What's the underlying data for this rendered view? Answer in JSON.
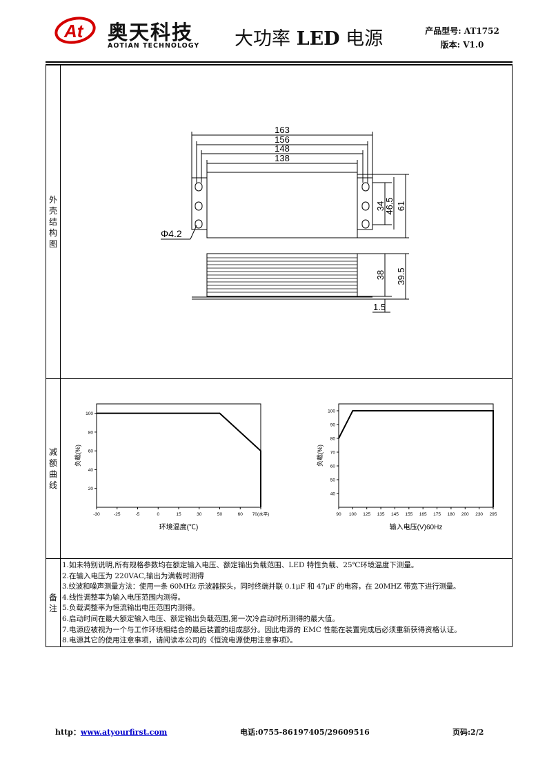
{
  "header": {
    "logo_mark": "At",
    "brand_cn": "奥天科技",
    "brand_en": "AOTIAN TECHNOLOGY",
    "title_cn_1": "大功率",
    "title_bold": "LED",
    "title_cn_2": "电源",
    "model_line": "产品型号: AT1752",
    "version_line": "版本: V1.0"
  },
  "sections": {
    "structure_label": [
      "外",
      "壳",
      "结",
      "构",
      "图"
    ],
    "derating_label": [
      "减",
      "额",
      "曲",
      "线"
    ],
    "notes_label": [
      "备",
      "注"
    ]
  },
  "drawing": {
    "dims_top": [
      "163",
      "156",
      "148",
      "138"
    ],
    "dims_right": [
      "34",
      "46.5",
      "61"
    ],
    "hole": "Φ4.2",
    "dims_side": [
      "38",
      "39.5"
    ],
    "flange": "1.5"
  },
  "chart_data": [
    {
      "type": "line",
      "xlabel": "环境温度(℃)",
      "ylabel": "负载(%)",
      "x_ticks": [
        "-30",
        "-25",
        "-5",
        "0",
        "15",
        "30",
        "50",
        "60",
        "70(水平)"
      ],
      "y_ticks": [
        "100",
        "80",
        "60",
        "40",
        "20"
      ],
      "series": [
        {
          "points": [
            [
              "-30",
              100
            ],
            [
              "50",
              100
            ],
            [
              "70",
              60
            ],
            [
              "70",
              0
            ]
          ]
        }
      ]
    },
    {
      "type": "line",
      "xlabel": "输入电压(V)60Hz",
      "ylabel": "负载(%)",
      "x_ticks": [
        "90",
        "100",
        "125",
        "135",
        "145",
        "155",
        "165",
        "175",
        "180",
        "200",
        "230",
        "295"
      ],
      "y_ticks": [
        "100",
        "90",
        "80",
        "70",
        "60",
        "50",
        "40"
      ],
      "series": [
        {
          "points": [
            [
              "90",
              80
            ],
            [
              "100",
              100
            ],
            [
              "295",
              100
            ],
            [
              "295",
              30
            ]
          ]
        }
      ]
    }
  ],
  "notes": [
    "1.如未特别说明,所有规格参数均在额定输入电压、额定输出负载范围、LED 特性负载、25℃环境温度下测量。",
    "2.在输入电压为 220VAC,输出为满载时测得",
    "3.纹波和噪声测量方法：使用一条 60MHz 示波器探头，同时终端并联 0.1μF 和 47μF 的电容，在 20MHZ 带宽下进行测量。",
    "4.线性调整率为输入电压范围内测得。",
    "5.负载调整率为恒流输出电压范围内测得。",
    "6.启动时间在最大额定输入电压、额定输出负载范围,第一次冷启动时所测得的最大值。",
    "7.电源应被视为一个与工作环境相结合的最后装置的组成部分。因此电源的 EMC 性能在装置完成后必须重新获得资格认证。",
    "8.电源其它的使用注意事项，请阅读本公司的《恒流电源使用注意事项》。"
  ],
  "footer": {
    "http_label": "http：",
    "url": "www.atyourfirst.com",
    "phone": "电话:0755-86197405/29609516",
    "page": "页码:2/2"
  }
}
